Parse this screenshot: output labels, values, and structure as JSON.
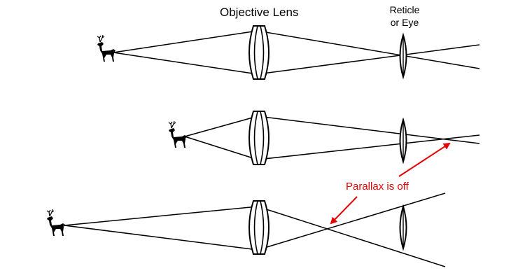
{
  "labels": {
    "objective_lens": "Objective Lens",
    "reticle_line1": "Reticle",
    "reticle_line2": "or Eye",
    "parallax": "Parallax is off"
  },
  "colors": {
    "line": "#000000",
    "annotation": "#e60000",
    "background": "#ffffff"
  },
  "icons": {
    "target": "deer-silhouette-icon",
    "objective": "objective-lens-icon",
    "reticle": "reticle-lens-icon"
  },
  "rows": [
    {
      "case": "focused-on-reticle",
      "parallax_off": false
    },
    {
      "case": "focus-behind-reticle",
      "parallax_off": true
    },
    {
      "case": "focus-in-front-of-reticle",
      "parallax_off": true
    }
  ]
}
